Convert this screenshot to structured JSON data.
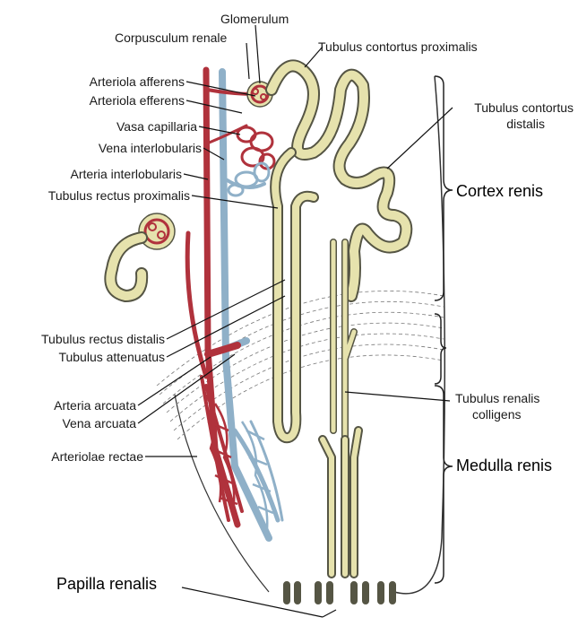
{
  "labels": {
    "glomerulum": "Glomerulum",
    "corpusculum_renale": "Corpusculum renale",
    "tubulus_contortus_proximalis": "Tubulus contortus proximalis",
    "arteriola_afferens": "Arteriola afferens",
    "arteriola_efferens": "Arteriola efferens",
    "vasa_capillaria": "Vasa capillaria",
    "vena_interlobularis": "Vena interlobularis",
    "arteria_interlobularis": "Arteria interlobularis",
    "tubulus_rectus_proximalis": "Tubulus rectus proximalis",
    "tubulus_contortus_distalis_1": "Tubulus contortus",
    "tubulus_contortus_distalis_2": "distalis",
    "cortex_renis": "Cortex renis",
    "tubulus_rectus_distalis": "Tubulus rectus distalis",
    "tubulus_attenuatus": "Tubulus attenuatus",
    "arteria_arcuata": "Arteria arcuata",
    "vena_arcuata": "Vena arcuata",
    "arteriolae_rectae": "Arteriolae rectae",
    "tubulus_renalis_colligens_1": "Tubulus renalis",
    "tubulus_renalis_colligens_2": "colligens",
    "medulla_renis": "Medulla renis",
    "papilla_renalis": "Papilla renalis"
  },
  "colors": {
    "artery": "#b0323c",
    "vein": "#8fb0c8",
    "tubule_fill": "#e6e2ad",
    "tubule_line": "#555544",
    "leader": "#111111"
  }
}
